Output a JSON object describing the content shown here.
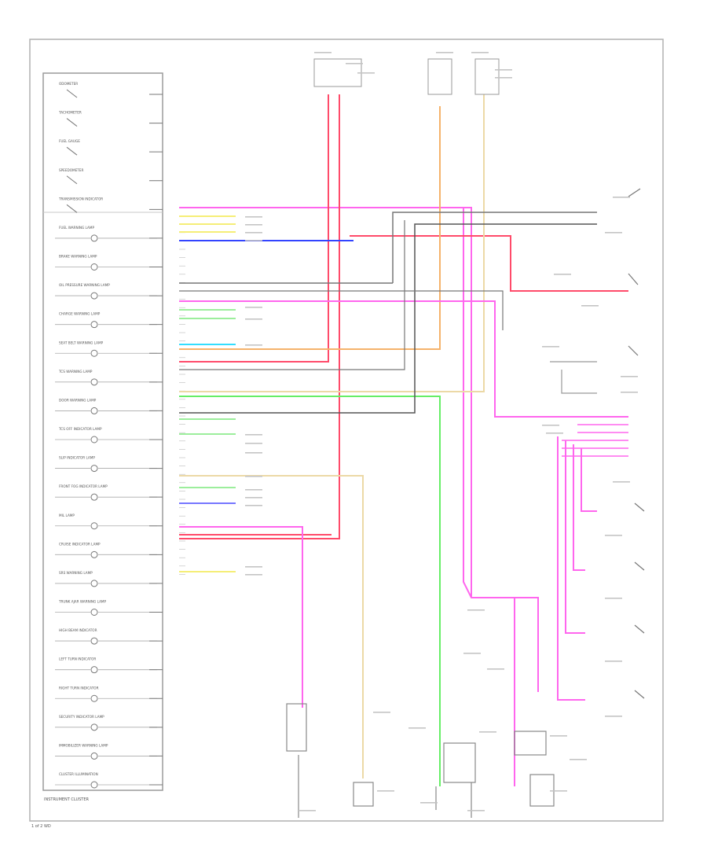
{
  "colors": {
    "frame": "#b0b0b0",
    "wire": "#8a8a8a",
    "pink": "#ff66ee",
    "red": "#ff4b6a",
    "orange": "#f5b26b",
    "tan": "#ecd9a6",
    "green": "#66ee66",
    "lightgreen": "#9cee9c",
    "blue": "#3344ff",
    "cyan": "#33ddff",
    "yellow": "#f5ee77",
    "black": "#333333",
    "gray": "#777777",
    "text": "#888888"
  },
  "cluster": {
    "label": "INSTRUMENT CLUSTER",
    "items": [
      "ODOMETER",
      "TACHOMETER",
      "FUEL GAUGE",
      "SPEEDOMETER",
      "TRANSMISSION INDICATOR",
      "FUEL WARNING LAMP",
      "BRAKE WARNING LAMP",
      "OIL PRESSURE WARNING LAMP",
      "CHARGE WARNING LAMP",
      "SEAT BELT WARNING LAMP",
      "TCS WARNING LAMP",
      "DOOR WARNING LAMP",
      "TCS OFF INDICATOR LAMP",
      "SLIP INDICATOR LAMP",
      "FRONT FOG INDICATOR LAMP",
      "MIL LAMP",
      "CRUISE INDICATOR LAMP",
      "SRS WARNING LAMP",
      "TRUNK AJAR WARNING LAMP",
      "HIGH BEAM INDICATOR",
      "LEFT TURN INDICATOR",
      "RIGHT TURN INDICATOR",
      "SECURITY INDICATOR LAMP",
      "IMMOBILIZER WARNING LAMP",
      "CLUSTER ILLUMINATION"
    ]
  },
  "footer_code": "1 of 2 WD"
}
